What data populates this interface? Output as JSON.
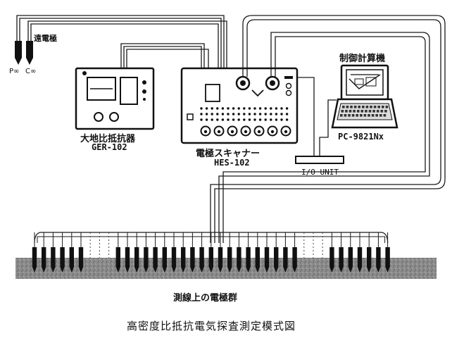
{
  "labels": {
    "return_electrode": "遠電極",
    "p_inf": "P∞",
    "c_inf": "C∞",
    "resistivity_meter": "大地比抵抗器",
    "resistivity_meter_model": "GER-102",
    "scanner": "電極スキャナー",
    "scanner_model": "HES-102",
    "io_unit": "I/O UNIT",
    "computer": "制御計算機",
    "computer_model": "PC-9821Nx",
    "electrode_group": "測線上の電極群",
    "caption": "高密度比抵抗電気探査測定模式図"
  },
  "electrodes": {
    "solid_groups": [
      6,
      20,
      7
    ],
    "gap_after_group": [
      3,
      3
    ]
  },
  "colors": {
    "line": "#1a1a1a",
    "ground": "#8a8a8a"
  }
}
